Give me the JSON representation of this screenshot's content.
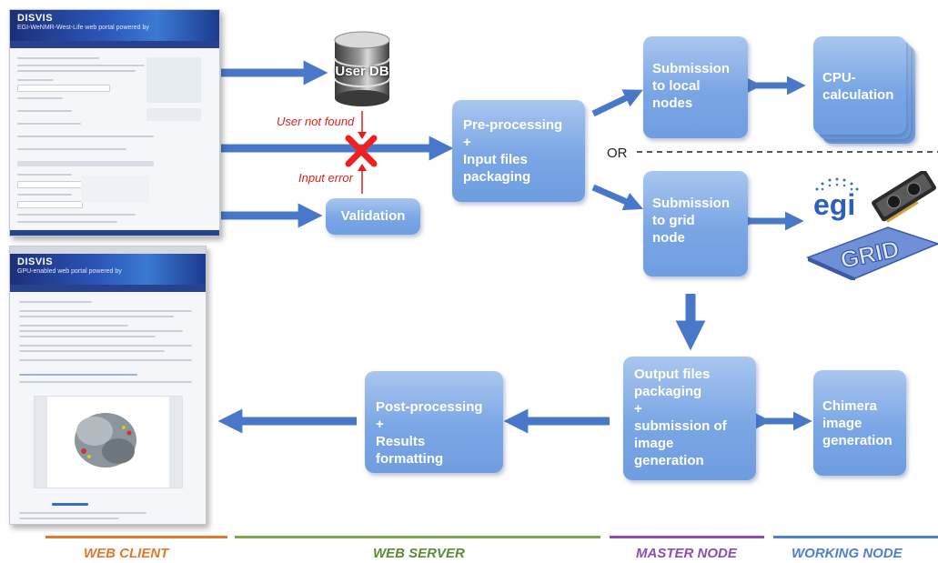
{
  "web_client": {
    "form_screenshot": {
      "title": "DISVIS",
      "subtitle": "EGI-WeNMR-West-Life web portal powered by"
    },
    "results_screenshot": {
      "title": "DISVIS",
      "subtitle": "GPU-enabled web portal powered by"
    }
  },
  "database": {
    "label": "User DB"
  },
  "errors": {
    "user_not_found": "User not found",
    "input_error": "Input error"
  },
  "boxes": {
    "validation": "Validation",
    "preprocessing": "Pre-processing\n+\nInput files\npackaging",
    "submission_local": "Submission\nto local\nnodes",
    "cpu": "CPU-\ncalculation",
    "submission_grid": "Submission\nto grid\nnode",
    "output_packaging": "Output files\npackaging\n+\nsubmission of\nimage generation",
    "chimera": "Chimera\nimage\ngeneration",
    "postprocessing": "Post-processing\n+\nResults formatting"
  },
  "or_label": "OR",
  "grid_logo": {
    "egi": "egi",
    "grid": "GRID"
  },
  "footer": {
    "web_client": "WEB CLIENT",
    "web_server": "WEB SERVER",
    "master_node": "MASTER NODE",
    "working_node": "WORKING NODE"
  },
  "colors": {
    "arrow": "#4a78c8",
    "box": "#7aa6e5",
    "web_client": "#e07830",
    "web_server": "#5c8a3a",
    "master_node": "#8a4fb0",
    "working_node": "#4e7fd0",
    "error": "#e21e1e"
  }
}
